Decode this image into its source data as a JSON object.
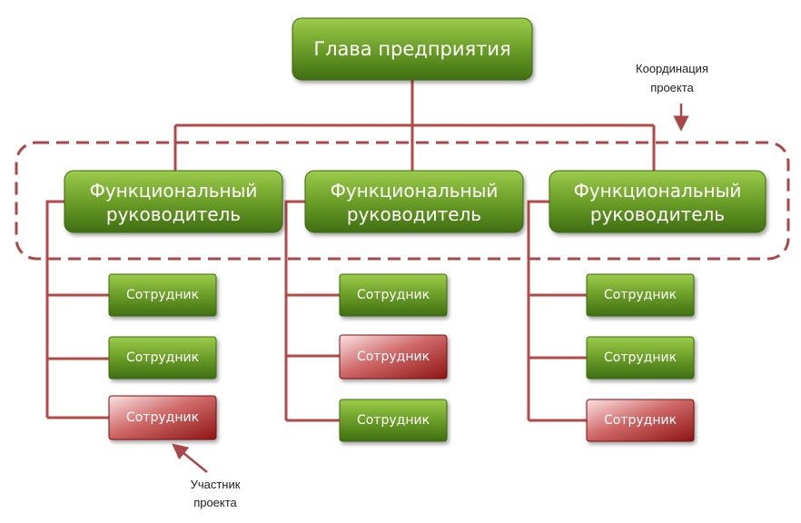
{
  "head": {
    "label": "Глава предприятия"
  },
  "managers": [
    {
      "line1": "Функциональный",
      "line2": "руководитель"
    },
    {
      "line1": "Функциональный",
      "line2": "руководитель"
    },
    {
      "line1": "Функциональный",
      "line2": "руководитель"
    }
  ],
  "employees": [
    [
      {
        "label": "Сотрудник",
        "project_member": false
      },
      {
        "label": "Сотрудник",
        "project_member": false
      },
      {
        "label": "Сотрудник",
        "project_member": true
      }
    ],
    [
      {
        "label": "Сотрудник",
        "project_member": false
      },
      {
        "label": "Сотрудник",
        "project_member": true
      },
      {
        "label": "Сотрудник",
        "project_member": false
      }
    ],
    [
      {
        "label": "Сотрудник",
        "project_member": false
      },
      {
        "label": "Сотрудник",
        "project_member": false
      },
      {
        "label": "Сотрудник",
        "project_member": true
      }
    ]
  ],
  "annotations": {
    "coordination_line1": "Координация",
    "coordination_line2": "проекта",
    "participant_line1": "Участник",
    "participant_line2": "проекта"
  },
  "colors": {
    "green_top": "#8cbf3f",
    "green_bottom": "#3f6e12",
    "red_top": "#f6d8d8",
    "red_bottom": "#8e1414",
    "connector": "#b24a4a",
    "dashed_frame": "#a84848"
  }
}
